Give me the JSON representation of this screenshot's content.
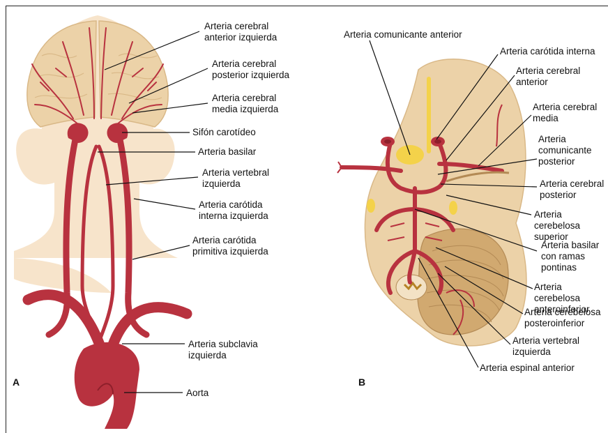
{
  "panels": {
    "a": {
      "letter": "A",
      "labels": [
        "Arteria cerebral\nanterior izquierda",
        "Arteria cerebral\nposterior izquierda",
        "Arteria cerebral\nmedia izquierda",
        "Sifón carotídeo",
        "Arteria basilar",
        "Arteria vertebral\nizquierda",
        "Arteria carótida\ninterna izquierda",
        "Arteria carótida\nprimitiva izquierda",
        "Arteria subclavia\nizquierda",
        "Aorta"
      ]
    },
    "b": {
      "letter": "B",
      "labels": [
        "Arteria comunicante anterior",
        "Arteria carótida interna",
        "Arteria cerebral\nanterior",
        "Arteria cerebral\nmedia",
        "Arteria\ncomunicante\nposterior",
        "Arteria cerebral\nposterior",
        "Arteria cerebelosa\nsuperior",
        "Arteria basilar\ncon ramas\npontinas",
        "Arteria cerebelosa\nanteroinferior",
        "Arteria cerebelosa\nposteroinferior",
        "Arteria vertebral\nizquierda",
        "Arteria espinal anterior"
      ]
    }
  },
  "colors": {
    "artery": "#b8323f",
    "artery_dark": "#8e1f2b",
    "brain": "#ecd2a8",
    "brain_edge": "#d9b887",
    "skin": "#f7e4cb",
    "cerebellum": "#d1a970",
    "yellow_nerve": "#f4d24a",
    "leader": "#111111"
  }
}
